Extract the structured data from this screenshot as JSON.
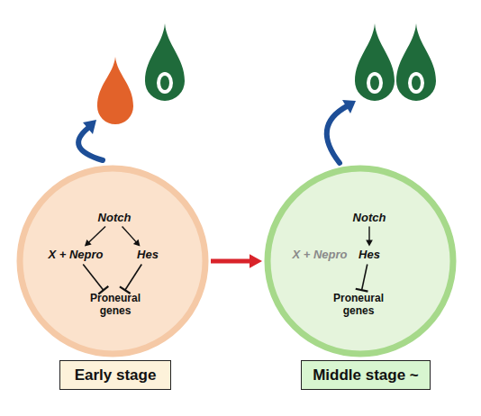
{
  "diagram": {
    "nodes": [
      {
        "text": []
      },
      {
        "text": [
          "Notch"
        ],
        "in": 0
      },
      {
        "text": [
          "X + Nepro"
        ],
        "in": 0
      },
      {
        "text": [
          "Hes"
        ],
        "in": 0
      },
      {
        "text": [
          "Proneural genes"
        ],
        "in": 0
      },
      {
        "text": []
      },
      {
        "text": [
          "Notch"
        ],
        "in": 5
      },
      {
        "text": [
          "X + Nepro"
        ],
        "in": 5
      },
      {
        "text": [
          "Hes"
        ],
        "in": 5
      },
      {
        "text": [
          "Proneural genes"
        ],
        "in": 5
      },
      {
        "text": [
          "Early stage"
        ]
      },
      {
        "text": [
          "Middle stage ~"
        ]
      }
    ],
    "edges": [
      {
        "from": 1,
        "to": 2,
        "arrow": "to"
      },
      {
        "from": 1,
        "to": 3,
        "arrow": "to"
      },
      {
        "from": 2,
        "to": 4,
        "arrow": "to"
      },
      {
        "from": 3,
        "to": 4,
        "arrow": "to"
      },
      {
        "from": 0,
        "to": 5,
        "arrow": "to"
      },
      {
        "from": 6,
        "to": 8,
        "arrow": "to"
      },
      {
        "from": 8,
        "to": 9,
        "arrow": "to"
      }
    ]
  }
}
